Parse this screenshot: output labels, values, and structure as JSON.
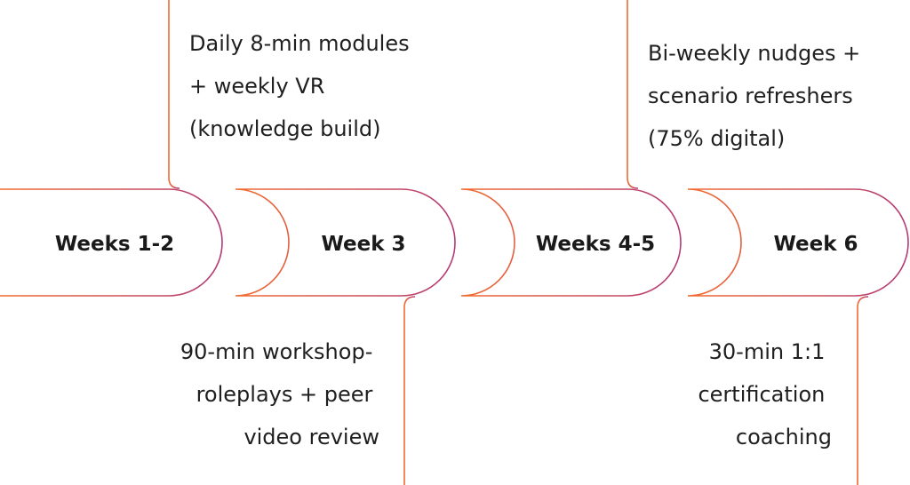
{
  "colors": {
    "gradient_start": "#f26b2e",
    "gradient_end": "#b23a78",
    "text": "#1f1f1f"
  },
  "stages": [
    {
      "title": "Weeks 1-2",
      "note_position": "top",
      "note_lines": [
        "Daily 8-min modules",
        "+ weekly VR",
        "(knowledge build)"
      ]
    },
    {
      "title": "Week 3",
      "note_position": "bottom",
      "note_lines": [
        "90-min workshop-",
        "roleplays + peer",
        "video review"
      ]
    },
    {
      "title": "Weeks 4-5",
      "note_position": "top",
      "note_lines": [
        "Bi-weekly nudges +",
        "scenario refreshers",
        "(75% digital)"
      ]
    },
    {
      "title": "Week 6",
      "note_position": "bottom",
      "note_lines": [
        "30-min 1:1",
        "certification",
        "coaching"
      ]
    }
  ]
}
